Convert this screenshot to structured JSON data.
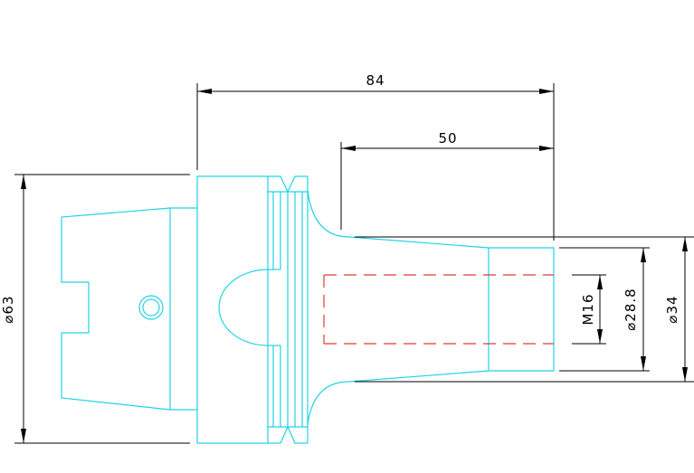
{
  "dimensions": {
    "overall_length": "84",
    "taper_length": "50",
    "flange_diameter": "⌀63",
    "thread": "M16",
    "bore_diameter": "⌀28.8",
    "nose_diameter": "⌀34"
  },
  "colors": {
    "part_outline": "#22d3e6",
    "dimension_lines": "#000000",
    "hidden_lines": "#e03a3a",
    "background": "#ffffff"
  }
}
